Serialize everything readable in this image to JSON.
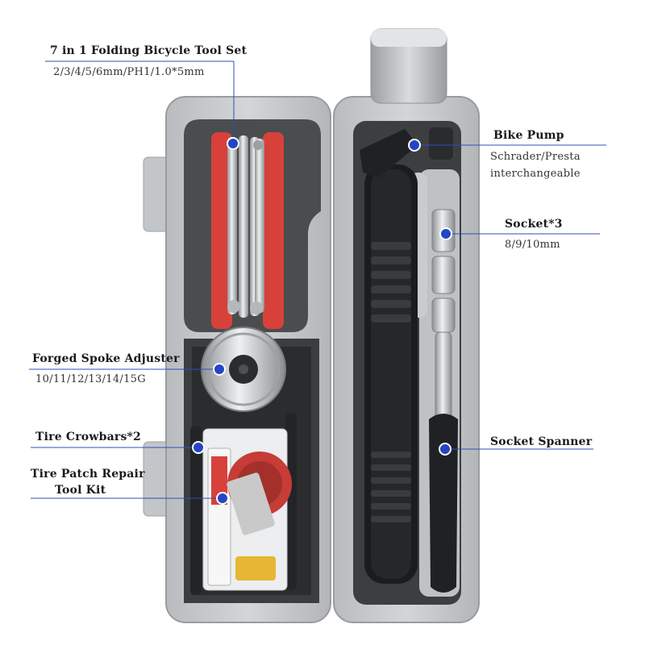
{
  "colors": {
    "case_gray": "#c9cbcd",
    "case_dark": "#9fa2a5",
    "tool_red": "#d8413a",
    "pump_black": "#1a1a1a",
    "chrome": "#cfd2d4",
    "leader_line": "#2f4fb8",
    "dot_blue": "#2446c4"
  },
  "labels": {
    "folding_tool_title": "7 in 1 Folding Bicycle Tool Set",
    "folding_tool_sub": "2/3/4/5/6mm/PH1/1.0*5mm",
    "pump_title": "Bike Pump",
    "pump_sub1": "Schrader/Presta",
    "pump_sub2": "interchangeable",
    "socket_title": "Socket*3",
    "socket_sub": "8/9/10mm",
    "spoke_title": "Forged Spoke Adjuster",
    "spoke_sub": "10/11/12/13/14/15G",
    "crowbars_title": "Tire Crowbars*2",
    "patch_title1": "Tire Patch Repair",
    "patch_title2": "Tool Kit",
    "spanner_title": "Socket Spanner"
  }
}
